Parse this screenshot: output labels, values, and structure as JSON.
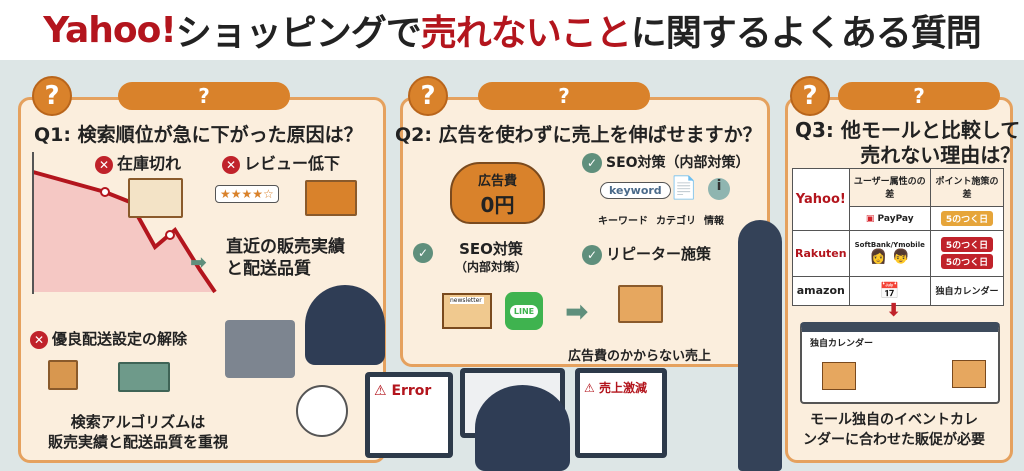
{
  "title": {
    "part1": "Yahoo!",
    "part2": "ショッピングで",
    "part3": "売れないこと",
    "part4": "に関するよくある質問"
  },
  "badge_symbol": "?",
  "q1": {
    "question": "Q1: 検索順位が急に下がった原因は？",
    "cause1": "在庫切れ",
    "cause2": "レビュー低下",
    "rating_stars": "★★★★☆",
    "result": "直近の販売実績と配送品質",
    "result_line1": "直近の販売実績",
    "result_line2": "と配送品質",
    "cause3": "優良配送設定の解除",
    "summary_line1": "検索アルゴリズムは",
    "summary_line2": "販売実績と配送品質を重視"
  },
  "q2": {
    "question": "Q2: 広告を使わずに売上を伸ばせますか？",
    "wallet_line1": "広告費",
    "wallet_line2": "0円",
    "item1": "SEO対策（内部対策）",
    "keyword_box": "keyword",
    "sub_labels": [
      "キーワード",
      "カテゴリ",
      "情報"
    ],
    "item2": "リピーター施策",
    "left_line1": "SEO対策",
    "left_line2": "（内部対策）",
    "newsletter": "newsletter",
    "line_label": "LINE",
    "result": "広告費のかからない売上"
  },
  "q3": {
    "question_line1": "Q3: 他モールと比較して",
    "question_line2": "売れない理由は？",
    "table": {
      "headers": [
        "",
        "ユーザー属性のの差",
        "ポイント施策の差"
      ],
      "rows": [
        {
          "mall": "Yahoo!",
          "col1": "PayPay",
          "col2": "5のつく日"
        },
        {
          "mall": "Rakuten",
          "col1": "SoftBank/Ymobile",
          "col2": "5のつく日",
          "col2b": "5のつく日"
        },
        {
          "mall": "amazon",
          "col1": "",
          "col2": "独自カレンダー"
        }
      ]
    },
    "calendar_label": "独自カレンダー",
    "summary_line1": "モール独自のイベントカレ",
    "summary_line2": "ンダーに合わせた販促が必要"
  },
  "monitors": {
    "error": "Error",
    "sales_drop": "売上激減"
  },
  "colors": {
    "accent_red": "#b3151d",
    "orange": "#d9822b",
    "panel": "#fbeedd",
    "green": "#5f8f7c"
  }
}
